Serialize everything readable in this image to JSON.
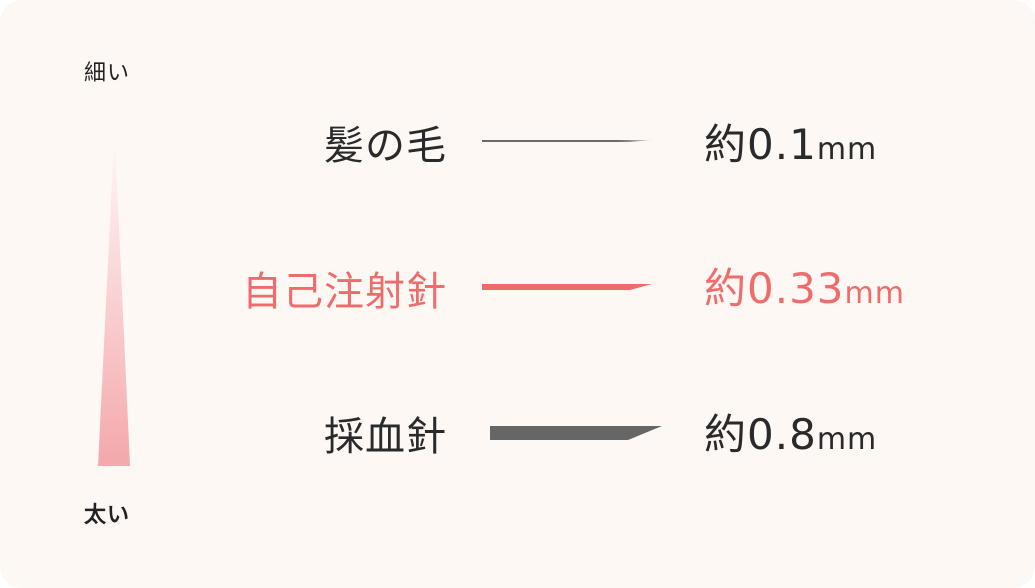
{
  "scale": {
    "thin_label": "細い",
    "thick_label": "太い",
    "bar_color_top": "#fdf8f4",
    "bar_color_bottom": "#f4a8ab"
  },
  "colors": {
    "background": "#fdf8f4",
    "text_dark": "#2a2a2a",
    "accent": "#ef6c6c",
    "needle_gray": "#666666"
  },
  "rows": [
    {
      "label": "髪の毛",
      "value_prefix": "約",
      "value_number": "0.1",
      "value_unit": "mm",
      "thickness_mm": 0.1,
      "highlighted": false
    },
    {
      "label": "自己注射針",
      "value_prefix": "約",
      "value_number": "0.33",
      "value_unit": "mm",
      "thickness_mm": 0.33,
      "highlighted": true
    },
    {
      "label": "採血針",
      "value_prefix": "約",
      "value_number": "0.8",
      "value_unit": "mm",
      "thickness_mm": 0.8,
      "highlighted": false
    }
  ]
}
